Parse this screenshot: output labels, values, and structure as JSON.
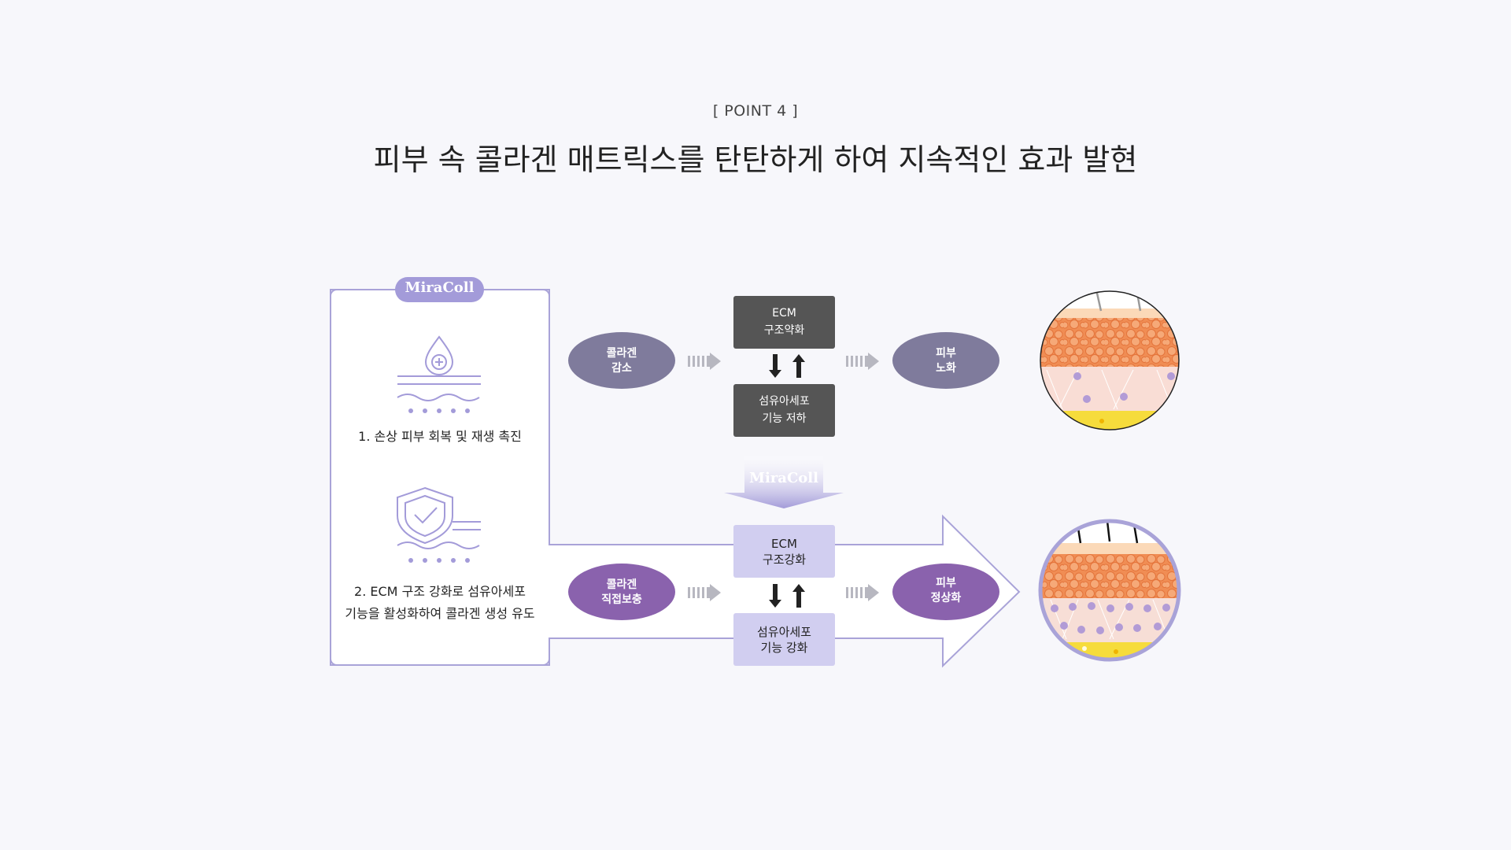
{
  "header": {
    "point_label": "[ POINT 4 ]",
    "title": "피부 속 콜라겐 매트릭스를 탄탄하게 하여 지속적인 효과 발현"
  },
  "brand": {
    "name": "MiraColl"
  },
  "features": [
    {
      "icon": "droplet-plus-icon",
      "text": "1. 손상 피부 회복 및 재생 촉진"
    },
    {
      "icon": "shield-check-icon",
      "line1": "2. ECM 구조 강화로 섬유아세포",
      "line2": "기능을 활성화하여 콜라겐 생성 유도"
    }
  ],
  "top_flow": {
    "start": {
      "line1": "콜라겐",
      "line2": "감소"
    },
    "box1": {
      "line1": "ECM",
      "line2": "구조약화"
    },
    "box2": {
      "line1": "섬유아세포",
      "line2": "기능 저하"
    },
    "end": {
      "line1": "피부",
      "line2": "노화"
    }
  },
  "bottom_flow": {
    "start": {
      "line1": "콜라겐",
      "line2": "직접보충"
    },
    "box1": {
      "line1": "ECM",
      "line2": "구조강화"
    },
    "box2": {
      "line1": "섬유아세포",
      "line2": "기능 강화"
    },
    "end": {
      "line1": "피부",
      "line2": "정상화"
    }
  },
  "colors": {
    "background": "#f7f7fb",
    "purple_line": "#a9a3d8",
    "purple_badge": "#a39bd9",
    "gray_oval": "#7f7b9c",
    "dark_box": "#555555",
    "light_box": "#d1cef0",
    "bottom_oval": "#8a62ad",
    "skin_orange": "#f3a06a",
    "skin_yellow": "#f6dc3c"
  }
}
